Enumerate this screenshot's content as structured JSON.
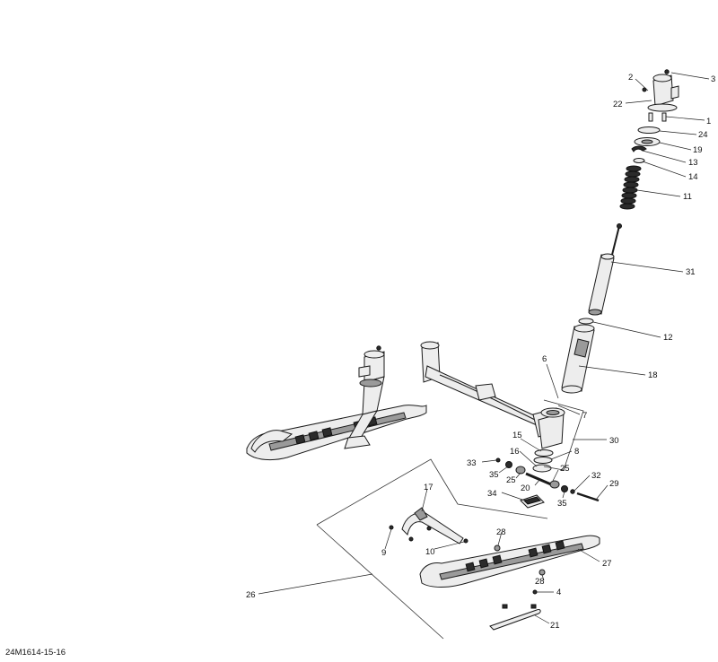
{
  "drawing_ref": "24M1614-15-16",
  "callouts": [
    {
      "id": "c3",
      "label": "3"
    },
    {
      "id": "c2",
      "label": "2"
    },
    {
      "id": "c22",
      "label": "22"
    },
    {
      "id": "c1",
      "label": "1"
    },
    {
      "id": "c24",
      "label": "24"
    },
    {
      "id": "c19",
      "label": "19"
    },
    {
      "id": "c13",
      "label": "13"
    },
    {
      "id": "c14",
      "label": "14"
    },
    {
      "id": "c11",
      "label": "11"
    },
    {
      "id": "c31",
      "label": "31"
    },
    {
      "id": "c12",
      "label": "12"
    },
    {
      "id": "c18",
      "label": "18"
    },
    {
      "id": "c6",
      "label": "6"
    },
    {
      "id": "c7",
      "label": "7"
    },
    {
      "id": "c15",
      "label": "15"
    },
    {
      "id": "c8",
      "label": "8"
    },
    {
      "id": "c30",
      "label": "30"
    },
    {
      "id": "c33",
      "label": "33"
    },
    {
      "id": "c16",
      "label": "16"
    },
    {
      "id": "c35a",
      "label": "35"
    },
    {
      "id": "c25a",
      "label": "25"
    },
    {
      "id": "c25b",
      "label": "25"
    },
    {
      "id": "c20",
      "label": "20"
    },
    {
      "id": "c32",
      "label": "32"
    },
    {
      "id": "c29",
      "label": "29"
    },
    {
      "id": "c34",
      "label": "34"
    },
    {
      "id": "c35b",
      "label": "35"
    },
    {
      "id": "c17",
      "label": "17"
    },
    {
      "id": "c9",
      "label": "9"
    },
    {
      "id": "c10",
      "label": "10"
    },
    {
      "id": "c28a",
      "label": "28"
    },
    {
      "id": "c28b",
      "label": "28"
    },
    {
      "id": "c27",
      "label": "27"
    },
    {
      "id": "c4",
      "label": "4"
    },
    {
      "id": "c26",
      "label": "26"
    },
    {
      "id": "c21",
      "label": "21"
    }
  ]
}
